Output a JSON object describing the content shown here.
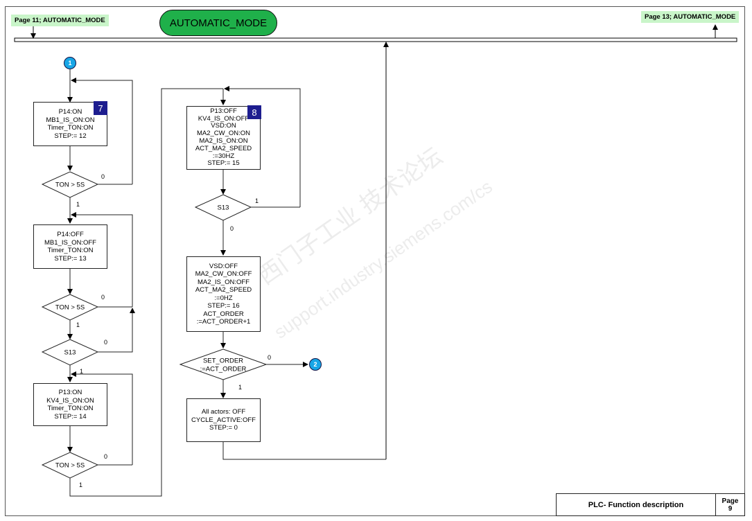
{
  "header": {
    "prev_page_ref": "Page 11; AUTOMATIC_MODE",
    "next_page_ref": "Page 13; AUTOMATIC_MODE",
    "mode_title": "AUTOMATIC_MODE"
  },
  "connectors": {
    "start": "1",
    "exit": "2"
  },
  "steps": [
    {
      "number": "7",
      "lines": [
        "P14:ON",
        "MB1_IS_ON:ON",
        "Timer_TON:ON",
        "STEP:= 12"
      ]
    },
    {
      "number": "",
      "lines": [
        "P14:OFF",
        "MB1_IS_ON:OFF",
        "Timer_TON:ON",
        "STEP:= 13"
      ]
    },
    {
      "number": "",
      "lines": [
        "P13:ON",
        "KV4_IS_ON:ON",
        "Timer_TON:ON",
        "STEP:= 14"
      ]
    },
    {
      "number": "8",
      "lines": [
        "P13:OFF",
        "KV4_IS_ON:OFF",
        "VSD:ON",
        "MA2_CW_ON:ON",
        "MA2_IS_ON:ON",
        "ACT_MA2_SPEED",
        ":=30HZ",
        "STEP:= 15"
      ]
    },
    {
      "number": "",
      "lines": [
        "VSD:OFF",
        "MA2_CW_ON:OFF",
        "MA2_IS_ON:OFF",
        "ACT_MA2_SPEED",
        ":=0HZ",
        "STEP:= 16",
        "ACT_ORDER",
        ":=ACT_ORDER+1"
      ]
    },
    {
      "number": "",
      "lines": [
        "All actors: OFF",
        "CYCLE_ACTIVE:OFF",
        "STEP:= 0"
      ]
    }
  ],
  "decisions": [
    {
      "lines": [
        "TON > 5S"
      ],
      "false_label": "0",
      "true_label": "1"
    },
    {
      "lines": [
        "TON > 5S"
      ],
      "false_label": "0",
      "true_label": "1"
    },
    {
      "lines": [
        "S13"
      ],
      "false_label": "0",
      "true_label": "1"
    },
    {
      "lines": [
        "TON > 5S"
      ],
      "false_label": "0",
      "true_label": "1"
    },
    {
      "lines": [
        "S13"
      ],
      "false_label": "0",
      "true_label": "1"
    },
    {
      "lines": [
        "SET_ORDER",
        ":=ACT_ORDER"
      ],
      "false_label": "0",
      "true_label": "1"
    }
  ],
  "footer": {
    "title": "PLC- Function description",
    "page_label": "Page",
    "page_number": "9"
  },
  "watermark": {
    "line1": "西门子工业 技术论坛",
    "line2": "support.industry.siemens.com/cs"
  },
  "colors": {
    "ref_label_bg": "#c9f5c9",
    "mode_pill": "#1fb04a",
    "step_number_bg": "#1d1d8f",
    "connector": "#18a6e6"
  }
}
